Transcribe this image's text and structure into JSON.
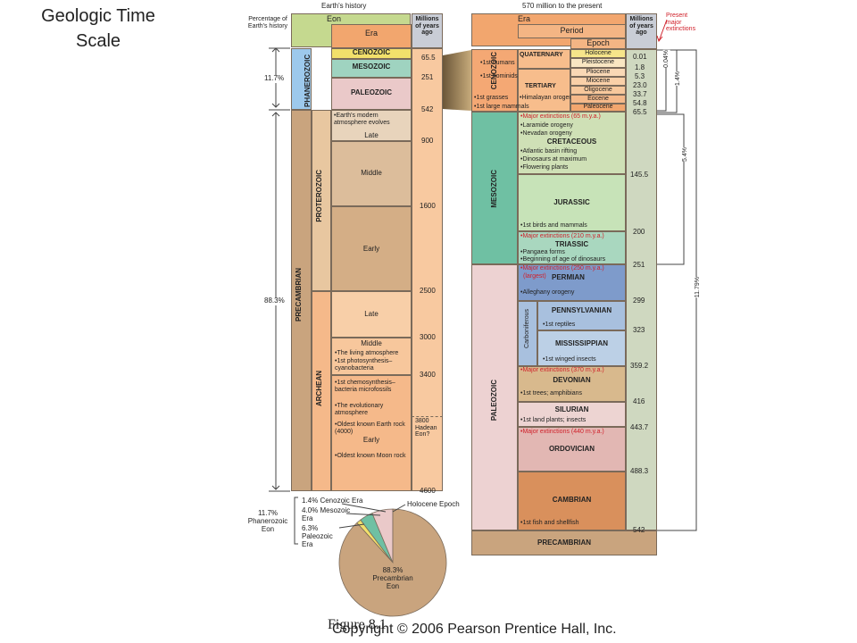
{
  "title": "Geologic Time Scale",
  "caption_figure": "Figure 8.1",
  "caption_copyright": "Copyright © 2006 Pearson Prentice Hall, Inc.",
  "left": {
    "header": "Earth's history",
    "col_pct": "Percentage of Earth's history",
    "col_eon": "Eon",
    "col_era": "Era",
    "col_mya": "Millions of years ago",
    "phanerozoic": "PHANEROZOIC",
    "precambrian": "PRECAMBRIAN",
    "proterozoic": "PROTEROZOIC",
    "archean": "ARCHEAN",
    "cenozoic": "CENOZOIC",
    "mesozoic": "MESOZOIC",
    "paleozoic": "PALEOZOIC",
    "pct_phan": "11.7%",
    "pct_pre": "88.3%",
    "late": "Late",
    "middle": "Middle",
    "early": "Early",
    "prot_note": "•Earth's modern atmosphere evolves",
    "arch_notes": [
      "•The living atmosphere",
      "•1st photosynthesis–cyanobacteria",
      "•1st chemosynthesis–bacteria microfossils",
      "•The evolutionary atmosphere",
      "•Oldest known Earth rock (4000)",
      "•Oldest known Moon rock"
    ],
    "hadean": "3800 Hadean Eon?",
    "mya": [
      "65.5",
      "251",
      "542",
      "900",
      "1600",
      "2500",
      "3000",
      "3400",
      "4600"
    ]
  },
  "right": {
    "header": "570 million to the present",
    "col_era": "Era",
    "col_period": "Period",
    "col_epoch": "Epoch",
    "col_mya": "Millions of years ago",
    "present_extinctions": "Present major extinctions",
    "cenozoic": "CENOZOIC",
    "mesozoic": "MESOZOIC",
    "paleozoic": "PALEOZOIC",
    "quaternary": "QUATERNARY",
    "tertiary": "TERTIARY",
    "epochs": [
      "Holocene",
      "Pleistocene",
      "Pliocene",
      "Miocene",
      "Oligocene",
      "Eocene",
      "Paleocene"
    ],
    "epoch_mya": [
      "0.01",
      "1.8",
      "5.3",
      "23.0",
      "33.7",
      "54.8",
      "65.5"
    ],
    "ceno_notes": [
      "•1st humans",
      "•1st hominids",
      "•1st grasses",
      "•1st large mammals",
      "•Himalayan orogeny"
    ],
    "cretaceous": "CRETACEOUS",
    "cret_notes": [
      "•Major extinctions (65 m.y.a.)",
      "•Laramide orogeny",
      "•Nevadan orogeny",
      "•Atlantic basin rifting",
      "•Dinosaurs at maximum",
      "•Flowering plants"
    ],
    "jurassic": "JURASSIC",
    "jur_notes": [
      "•1st birds and mammals"
    ],
    "triassic": "TRIASSIC",
    "tri_notes": [
      "•Major extinctions (210 m.y.a.)",
      "•Pangaea forms",
      "•Beginning of age of dinosaurs"
    ],
    "permian": "PERMIAN",
    "perm_notes": [
      "•Major extinctions (250 m.y.a.)",
      "(largest)",
      "•Alleghany orogeny"
    ],
    "carboniferous": "Carboniferous",
    "pennsylvanian": "PENNSYLVANIAN",
    "penn_notes": [
      "•1st reptiles"
    ],
    "mississippian": "MISSISSIPPIAN",
    "miss_notes": [
      "•1st winged insects"
    ],
    "devonian": "DEVONIAN",
    "dev_notes": [
      "•Major extinctions (370 m.y.a.)",
      "•1st trees; amphibians"
    ],
    "silurian": "SILURIAN",
    "sil_notes": [
      "•1st land plants; insects"
    ],
    "ordovician": "ORDOVICIAN",
    "ord_notes": [
      "•Major extinctions (440 m.y.a.)"
    ],
    "cambrian": "CAMBRIAN",
    "camb_notes": [
      "•1st fish and shellfish"
    ],
    "precambrian": "PRECAMBRIAN",
    "mya": [
      "145.5",
      "200",
      "251",
      "299",
      "323",
      "359.2",
      "416",
      "443.7",
      "488.3",
      "542"
    ],
    "pct_labels": [
      "0.04%",
      "1.4%",
      "5.4%",
      "11.79%"
    ]
  },
  "pie": {
    "labels": [
      "1.4% Cenozoic Era",
      "4.0% Mesozoic Era",
      "6.3% Paleozoic Era",
      "11.7% Phanerozoic Eon",
      "Holocene Epoch",
      "88.3% Precambrian Eon"
    ],
    "values": [
      1.4,
      4.0,
      6.3,
      88.3
    ]
  },
  "colors": {
    "eon_hdr": "#c5d98f",
    "era_hdr": "#f2a66e",
    "mya_hdr": "#c9cdd6",
    "phanerozoic": "#9dc9ec",
    "precambrian": "#c9a47e",
    "proterozoic": "#e8c7a0",
    "archean": "#f5b98a",
    "cenozoic": "#f2e06b",
    "mesozoic": "#9fd3c0",
    "paleozoic": "#eac9c9",
    "era_ceno_r": "#f4a874",
    "era_meso_r": "#6fc0a3",
    "era_paleo_r": "#edd2d2",
    "cretaceous": "#cfe0b6",
    "jurassic": "#c7e3b8",
    "triassic": "#a9d7bf",
    "permian": "#7e9bcb",
    "pennsylvanian": "#a8c0de",
    "mississippian": "#bcd0e6",
    "devonian": "#d8b98d",
    "silurian": "#edd4d2",
    "ordovician": "#e2b7b3",
    "cambrian": "#d9905c",
    "precambrian_r": "#c9a47e",
    "red": "#d0202a"
  }
}
